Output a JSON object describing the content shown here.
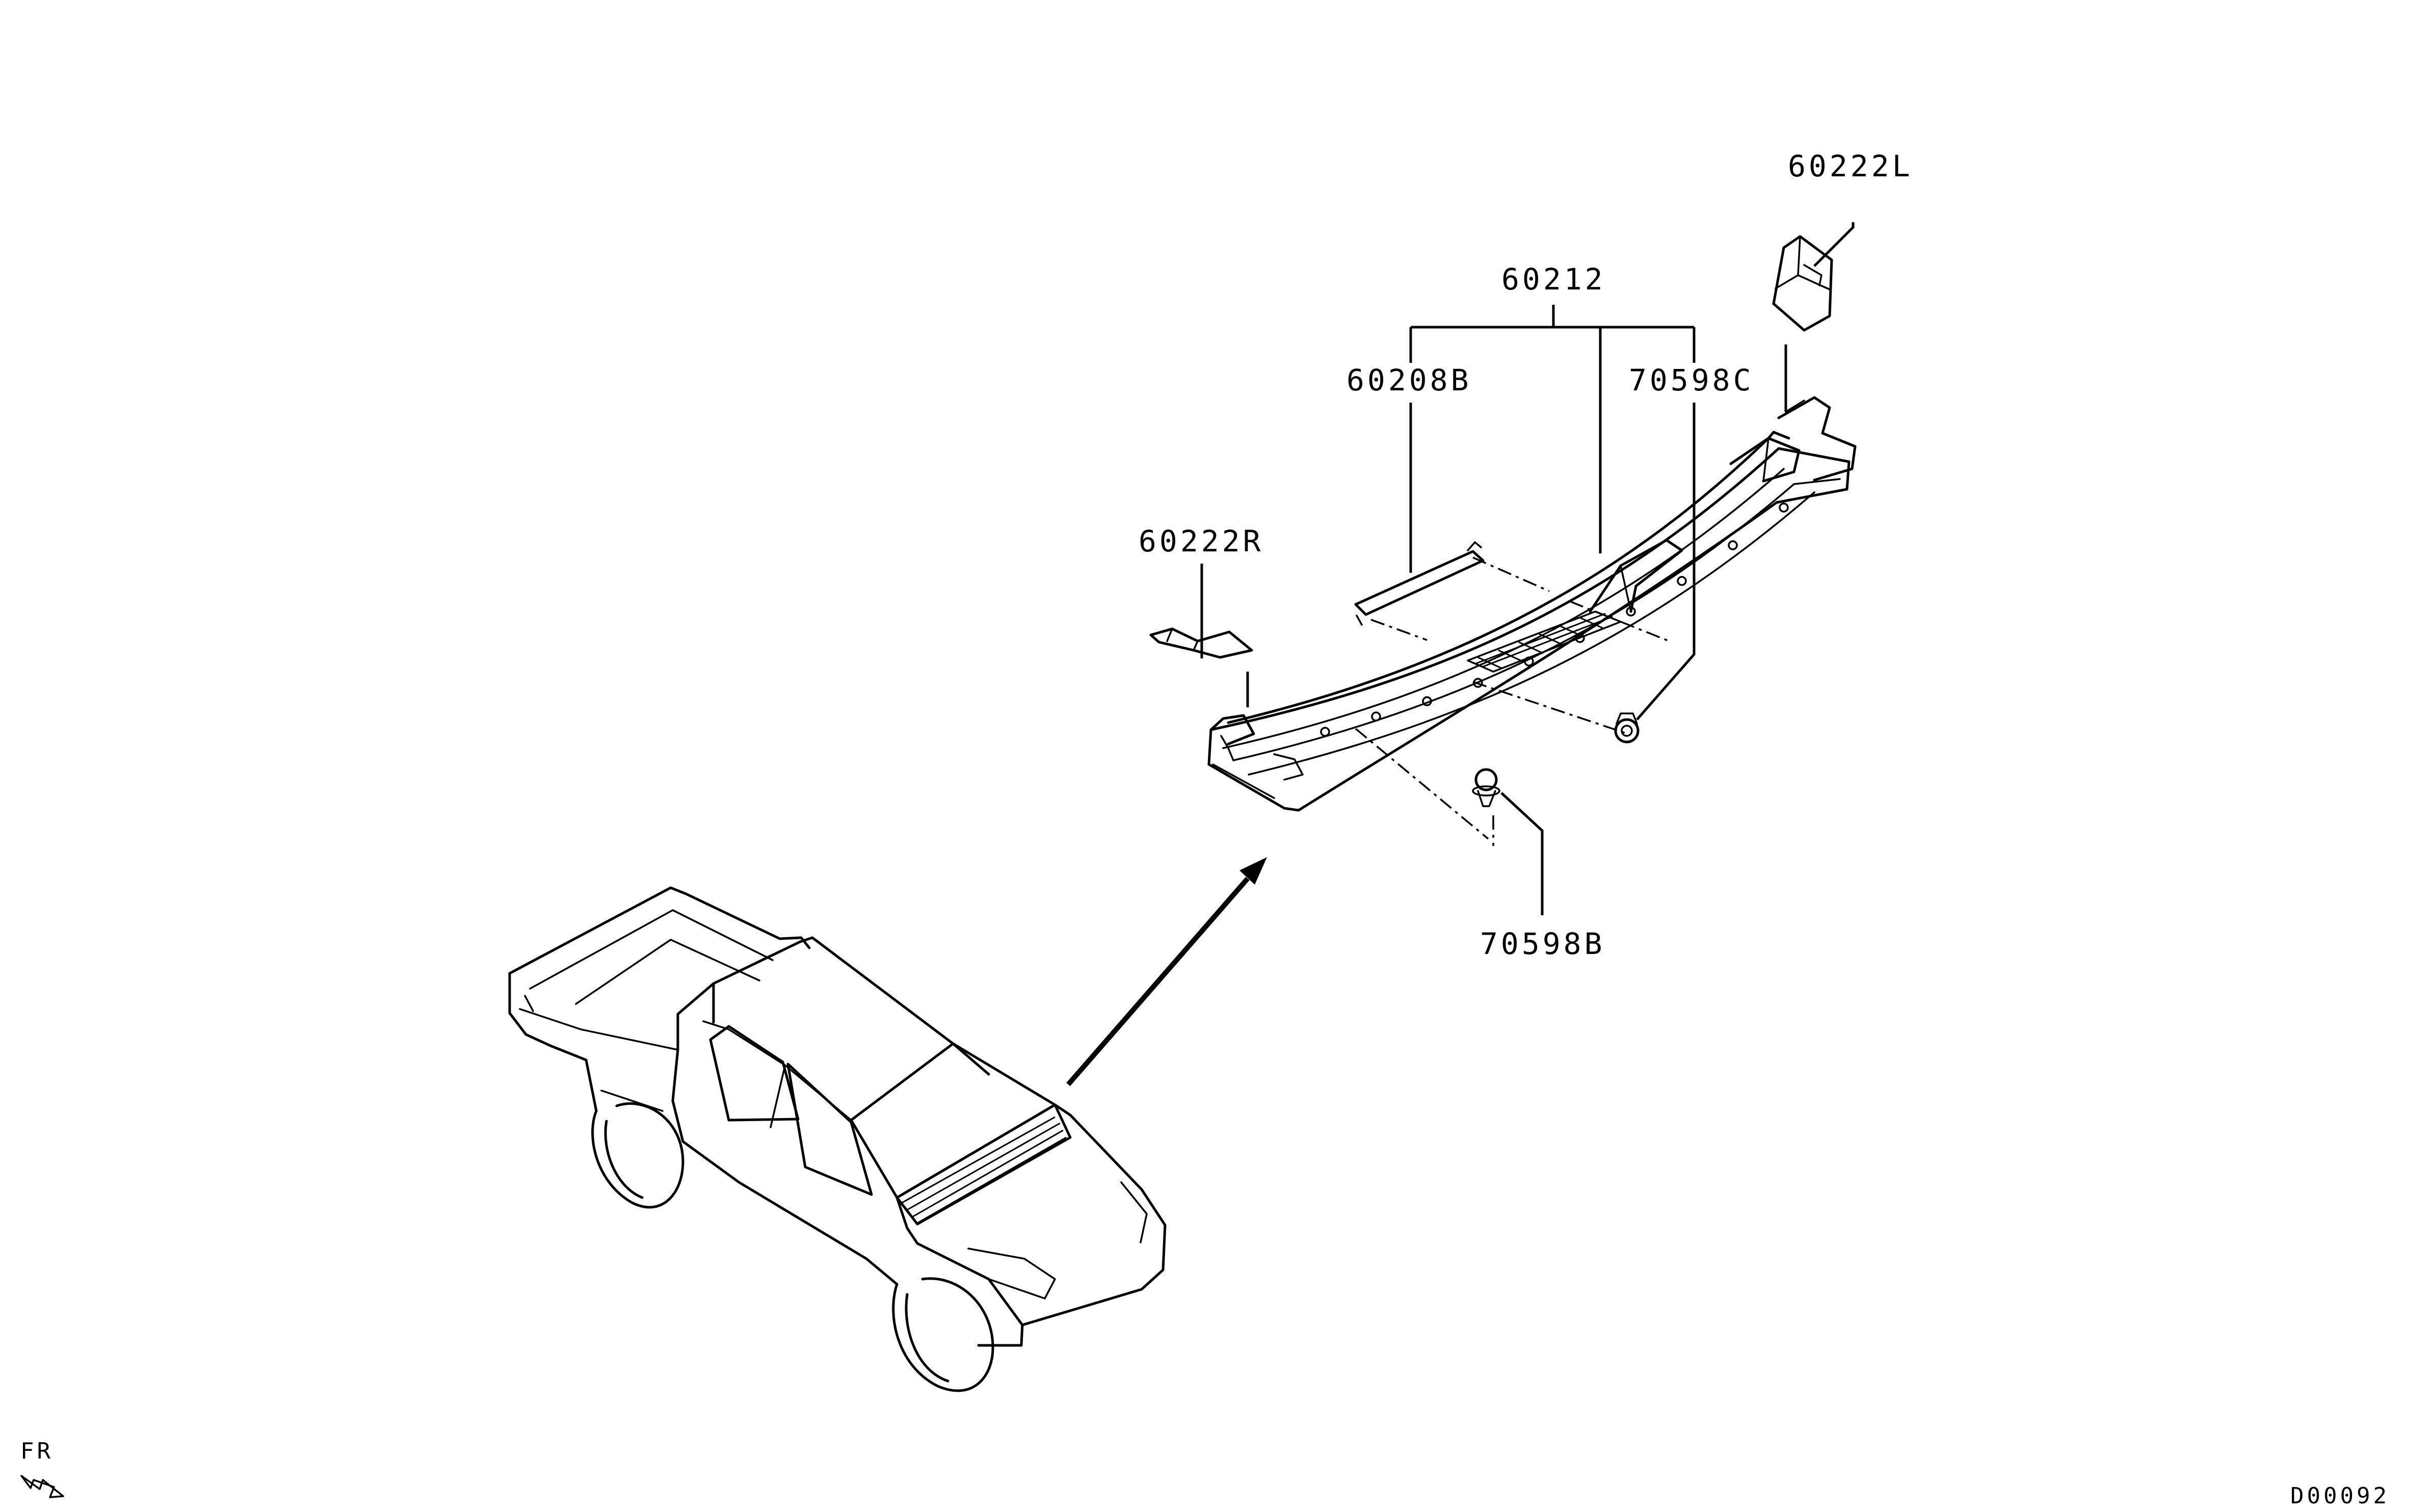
{
  "callouts": {
    "c60222L": "60222L",
    "c60212": "60212",
    "c60208B": "60208B",
    "c70598C": "70598C",
    "c60222R": "60222R",
    "c70598B": "70598B"
  },
  "orientation": {
    "label": "FR",
    "icon": "front-direction-arrow-icon"
  },
  "diagram_code": "D00092"
}
